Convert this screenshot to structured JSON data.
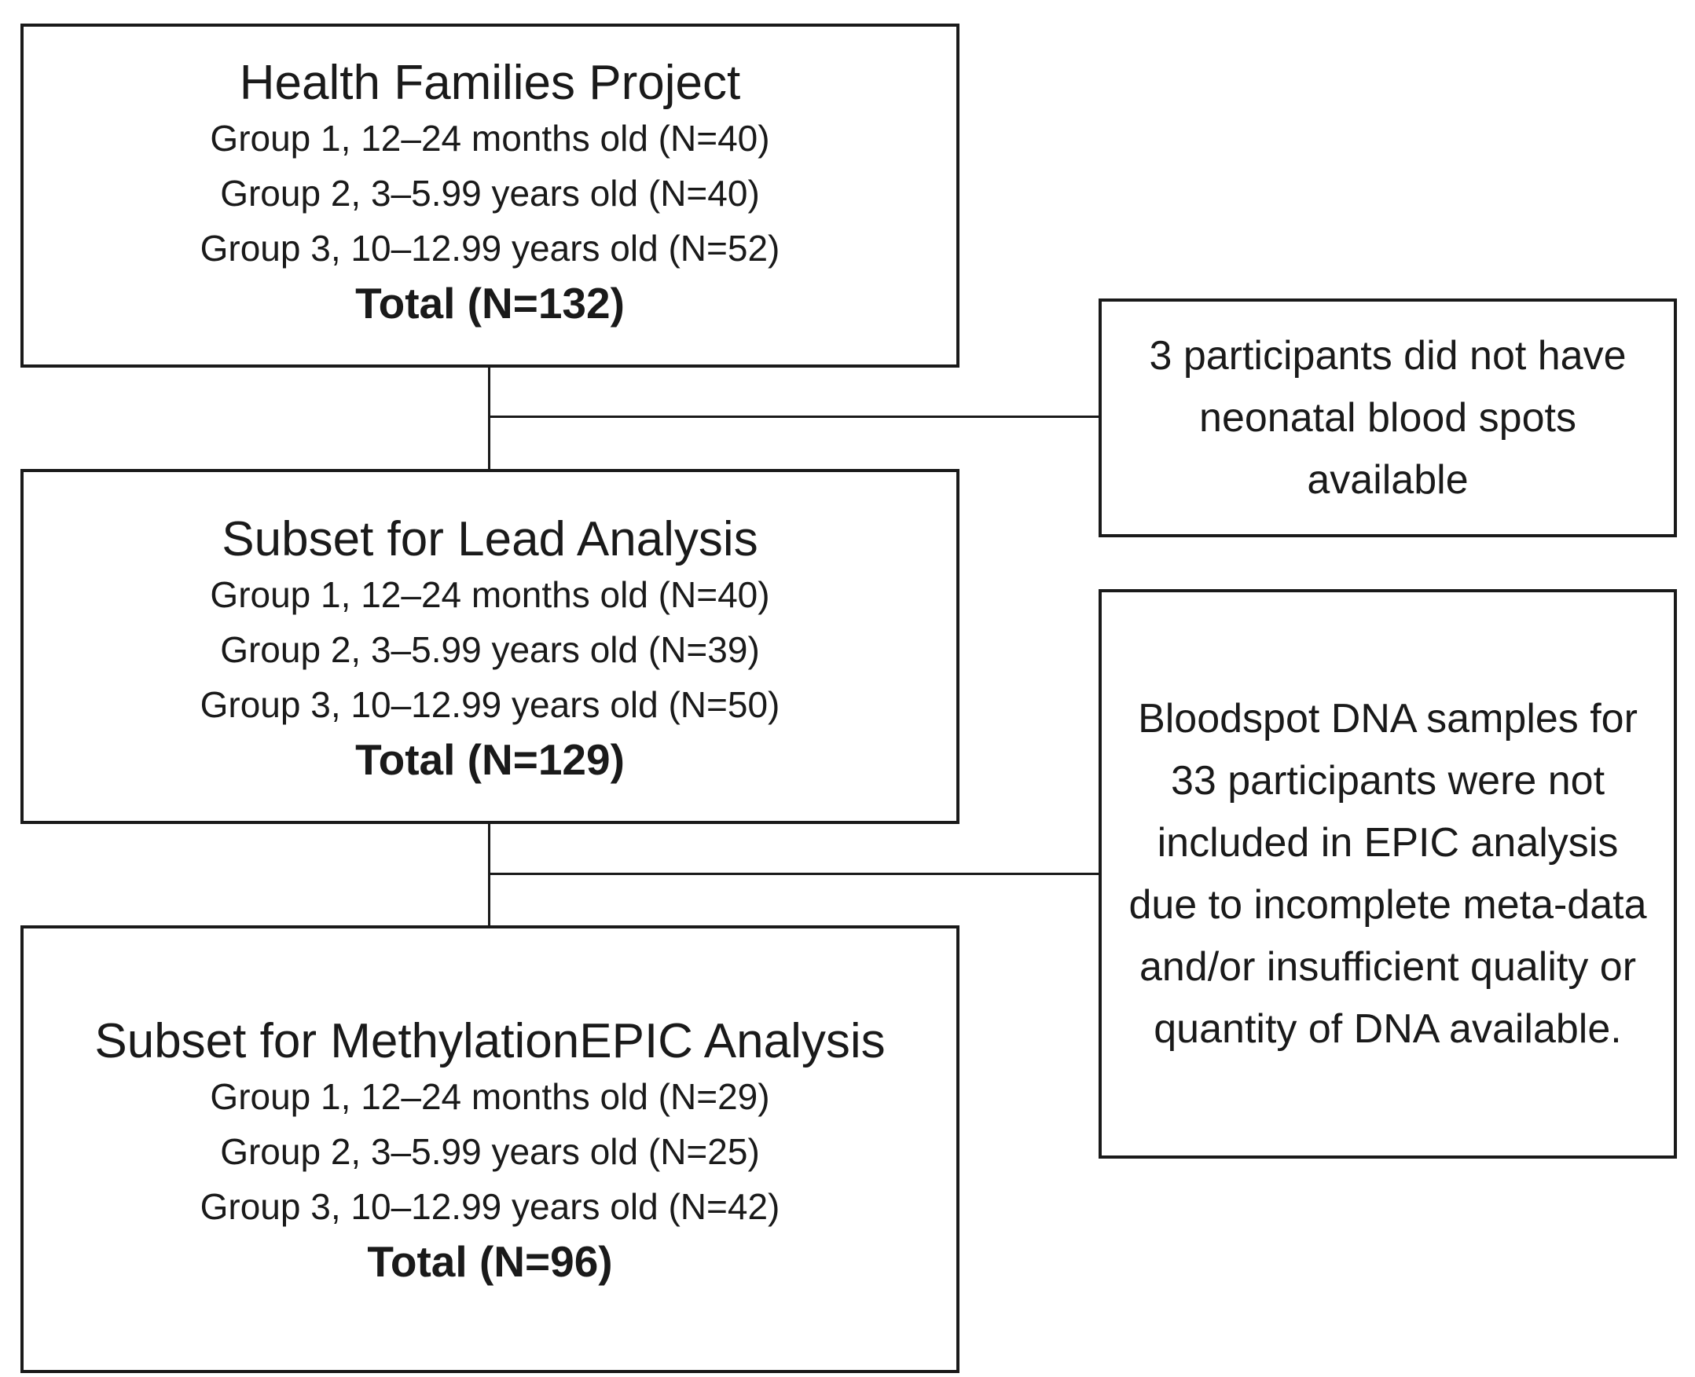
{
  "boxes": {
    "health_families": {
      "title": "Health Families Project",
      "groups": [
        "Group 1, 12–24 months old (N=40)",
        "Group 2, 3–5.99 years old (N=40)",
        "Group 3, 10–12.99 years old (N=52)"
      ],
      "total": "Total (N=132)"
    },
    "lead_subset": {
      "title": "Subset for Lead Analysis",
      "groups": [
        "Group 1, 12–24 months old (N=40)",
        "Group 2, 3–5.99 years old (N=39)",
        "Group 3, 10–12.99 years old (N=50)"
      ],
      "total": "Total (N=129)"
    },
    "epic_subset": {
      "title": "Subset for MethylationEPIC Analysis",
      "groups": [
        "Group 1, 12–24 months old (N=29)",
        "Group 2, 3–5.99 years old (N=25)",
        "Group 3, 10–12.99 years old (N=42)"
      ],
      "total": "Total (N=96)"
    }
  },
  "exclusions": {
    "first": "3 participants did not have neonatal blood spots available",
    "second": "Bloodspot DNA samples for 33 participants were not included in EPIC analysis due to incomplete meta-data and/or insufficient quality or quantity of DNA available."
  },
  "colors": {
    "line": "#1a1a1a",
    "background": "#ffffff"
  }
}
